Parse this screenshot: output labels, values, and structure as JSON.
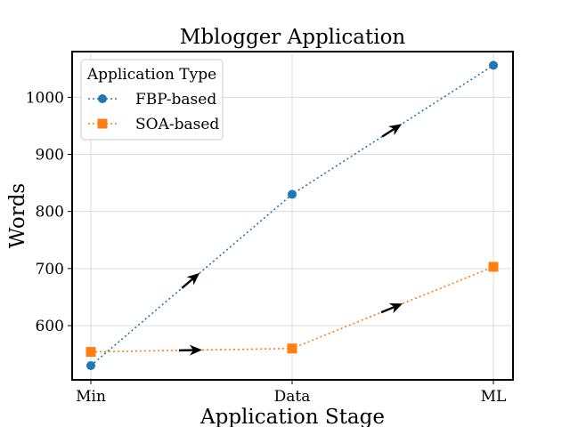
{
  "chart_data": {
    "type": "line",
    "title": "Mblogger Application",
    "xlabel": "Application Stage",
    "ylabel": "Words",
    "categories": [
      "Min",
      "Data",
      "ML"
    ],
    "ylim": [
      505,
      1080
    ],
    "yticks": [
      600,
      700,
      800,
      900,
      1000
    ],
    "grid": true,
    "legend": {
      "title": "Application Type",
      "placement": "top-left"
    },
    "series": [
      {
        "name": "FBP-based",
        "values": [
          530,
          830,
          1056
        ],
        "color": "#1f77b4",
        "marker": "circle",
        "linestyle": "dotted"
      },
      {
        "name": "SOA-based",
        "values": [
          554,
          560,
          703
        ],
        "color": "#ff7f0e",
        "marker": "square",
        "linestyle": "dotted"
      }
    ]
  }
}
